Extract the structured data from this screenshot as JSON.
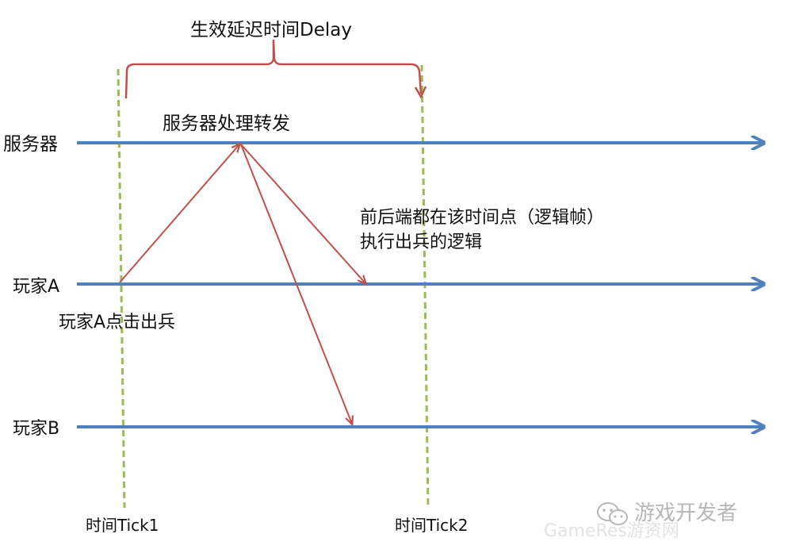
{
  "delay_label": "生效延迟时间Delay",
  "server_label": "服务器处理转发",
  "lanes": {
    "server": "服务器",
    "player_a": "玩家A",
    "player_b": "玩家B"
  },
  "player_a_action": "玩家A点击出兵",
  "note": {
    "line1": "前后端都在该时间点（逻辑帧）",
    "line2": "执行出兵的逻辑"
  },
  "ticks": {
    "tick1": "时间Tick1",
    "tick2": "时间Tick2"
  },
  "watermark": {
    "text": "游戏开发者",
    "sub": "GameRes游资网",
    "icon": "wechat-icon"
  },
  "colors": {
    "timeline": "#4f81bd",
    "message": "#c0504d",
    "tick_marker": "#9bbb59"
  }
}
